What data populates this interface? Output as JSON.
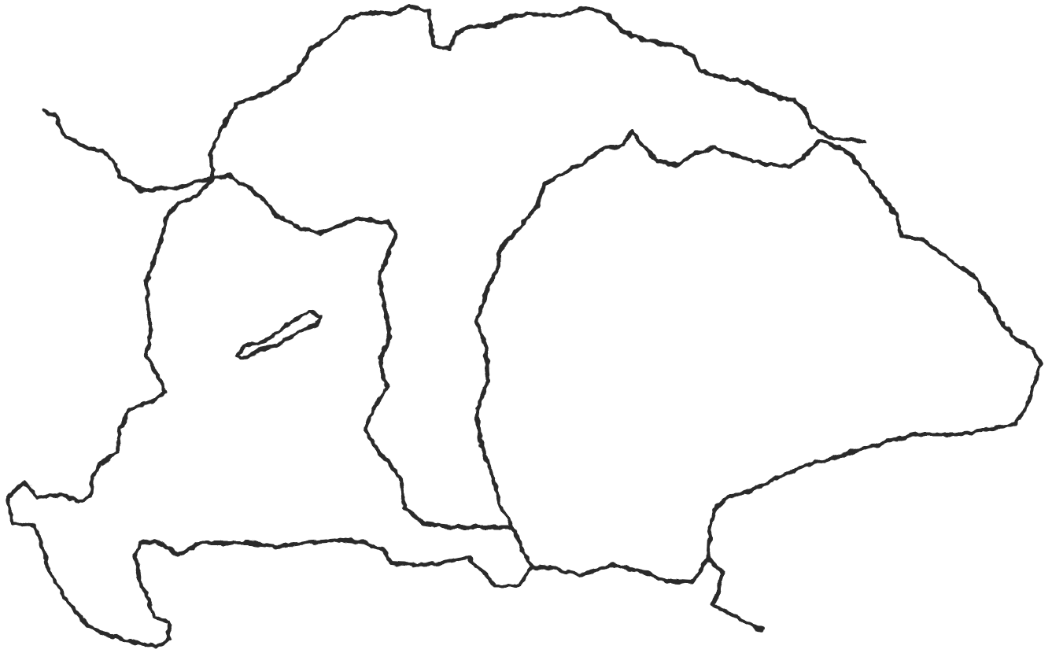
{
  "map": {
    "style": "hand-drawn outline map, no labels",
    "colors": {
      "background": "#ffffff",
      "line": "#2a2a2a"
    },
    "features": [
      {
        "name": "northern-outer-border",
        "kind": "outer border"
      },
      {
        "name": "northwest-river",
        "kind": "river"
      },
      {
        "name": "western-region-border",
        "kind": "internal border"
      },
      {
        "name": "central-region-border",
        "kind": "internal border"
      },
      {
        "name": "eastern-region-border",
        "kind": "internal border"
      },
      {
        "name": "southern-outer-border",
        "kind": "outer border"
      },
      {
        "name": "southeast-river",
        "kind": "river"
      },
      {
        "name": "lake",
        "kind": "lake"
      }
    ]
  }
}
